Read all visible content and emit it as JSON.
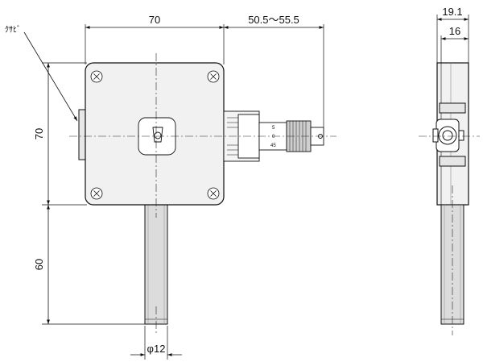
{
  "drawing": {
    "dimensions": {
      "width_70": "70",
      "travel": "50.5～55.5",
      "overall_19_1": "19.1",
      "width_16": "16",
      "height_70": "70",
      "post_60": "60",
      "post_dia": "φ12"
    },
    "notes": {
      "wedge": "ｸｻﾋﾞ"
    },
    "micrometer_scale": [
      "5",
      "0",
      "45"
    ],
    "colors": {
      "outline": "#111111",
      "plate_fill": "#f1f1f1",
      "post_fill": "#dcdcdc",
      "centerline": "#222222"
    }
  }
}
